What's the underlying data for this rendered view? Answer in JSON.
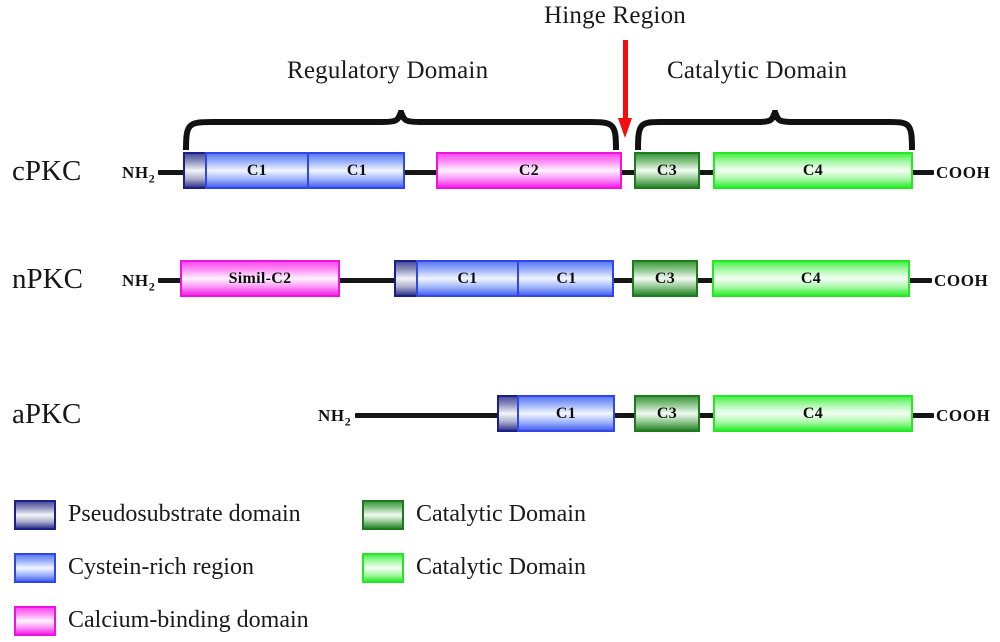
{
  "figure": {
    "hinge_label": "Hinge Region",
    "regulatory_label": "Regulatory Domain",
    "catalytic_label": "Catalytic Domain",
    "arrow_color": "#f50d0d"
  },
  "rows": [
    {
      "name": "cPKC",
      "n_terminus": "NH",
      "n_sub": "2",
      "c_terminus": "COOH",
      "domains": [
        {
          "label": "",
          "type": "pseudosubstrate"
        },
        {
          "label": "C1",
          "type": "cystein-rich"
        },
        {
          "label": "C1",
          "type": "cystein-rich"
        },
        {
          "label": "C2",
          "type": "calcium-binding"
        },
        {
          "label": "C3",
          "type": "catalytic-dark"
        },
        {
          "label": "C4",
          "type": "catalytic-light"
        }
      ]
    },
    {
      "name": "nPKC",
      "n_terminus": "NH",
      "n_sub": "2",
      "c_terminus": "COOH",
      "domains": [
        {
          "label": "Simil-C2",
          "type": "calcium-binding"
        },
        {
          "label": "",
          "type": "pseudosubstrate"
        },
        {
          "label": "C1",
          "type": "cystein-rich"
        },
        {
          "label": "C1",
          "type": "cystein-rich"
        },
        {
          "label": "C3",
          "type": "catalytic-dark"
        },
        {
          "label": "C4",
          "type": "catalytic-light"
        }
      ]
    },
    {
      "name": "aPKC",
      "n_terminus": "NH",
      "n_sub": "2",
      "c_terminus": "COOH",
      "domains": [
        {
          "label": "",
          "type": "pseudosubstrate"
        },
        {
          "label": "C1",
          "type": "cystein-rich"
        },
        {
          "label": "C3",
          "type": "catalytic-dark"
        },
        {
          "label": "C4",
          "type": "catalytic-light"
        }
      ]
    }
  ],
  "legend": [
    {
      "label": "Pseudosubstrate domain",
      "color": "#1b1f8a"
    },
    {
      "label": "Cystein-rich region",
      "color": "#2f47e8"
    },
    {
      "label": "Calcium-binding domain",
      "color": "#f013e0"
    },
    {
      "label": "Catalytic Domain",
      "color": "#1d7a1d"
    },
    {
      "label": "Catalytic Domain",
      "color": "#24e824"
    }
  ]
}
